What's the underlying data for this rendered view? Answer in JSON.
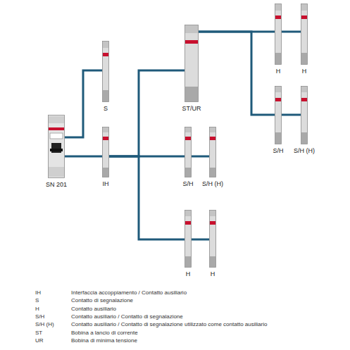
{
  "diagram": {
    "nodes": [
      {
        "text": [
          "SN 201"
        ]
      },
      {
        "text": [
          "S"
        ]
      },
      {
        "text": [
          "IH"
        ]
      },
      {
        "text": [
          "ST/UR"
        ]
      },
      {
        "text": [
          "H"
        ]
      },
      {
        "text": [
          "H"
        ]
      },
      {
        "text": [
          "S/H"
        ]
      },
      {
        "text": [
          "S/H (H)"
        ]
      },
      {
        "text": [
          "S/H"
        ]
      },
      {
        "text": [
          "S/H (H)"
        ]
      },
      {
        "text": [
          "H"
        ]
      },
      {
        "text": [
          "H"
        ]
      }
    ],
    "edges": [
      {
        "from": 0,
        "to": 1,
        "arrow": "none"
      },
      {
        "from": 0,
        "to": 2,
        "arrow": "none"
      },
      {
        "from": 2,
        "to": 8,
        "arrow": "none"
      },
      {
        "from": 2,
        "to": 3,
        "arrow": "none"
      },
      {
        "from": 2,
        "to": 10,
        "arrow": "none"
      },
      {
        "from": 8,
        "to": 9,
        "arrow": "none"
      },
      {
        "from": 10,
        "to": 11,
        "arrow": "none"
      },
      {
        "from": 3,
        "to": 4,
        "arrow": "none"
      },
      {
        "from": 4,
        "to": 5,
        "arrow": "none"
      },
      {
        "from": 3,
        "to": 6,
        "arrow": "none"
      },
      {
        "from": 6,
        "to": 7,
        "arrow": "none"
      }
    ],
    "labels": [
      "IH",
      "Interfaccia accoppiamento / Contatto ausiliario",
      "S",
      "Contatto di segnalazione",
      "H",
      "Contatto ausiliario",
      "S/H",
      "Contatto ausiliario / Contatto di segnalazione",
      "S/H (H)",
      "Contatto ausiliario / Contatto di segnalazione utilizzato come contatto ausiliario",
      "ST",
      "Bobina a lancio di corrente",
      "UR",
      "Bobina di minima tensione"
    ]
  }
}
